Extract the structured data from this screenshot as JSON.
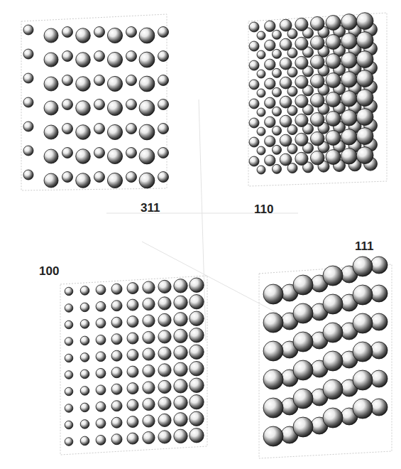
{
  "diagram": {
    "labels": [
      "311",
      "110",
      "100",
      "111"
    ]
  }
}
